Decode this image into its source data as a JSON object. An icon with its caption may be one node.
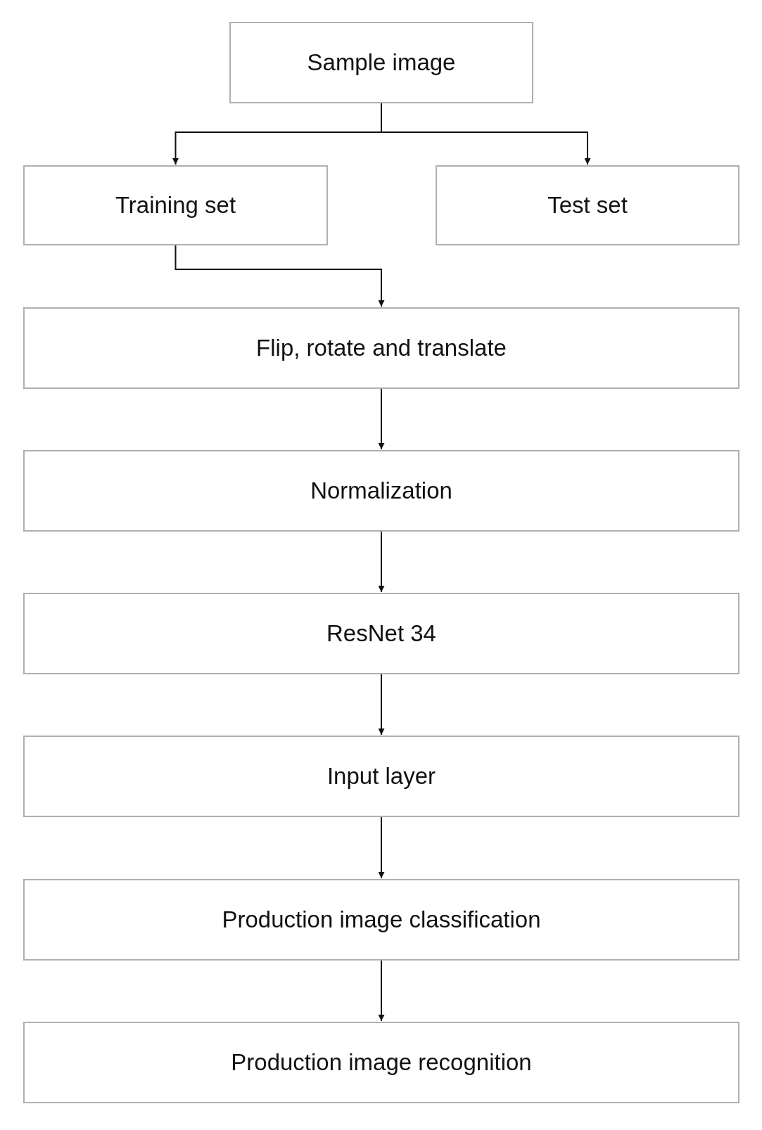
{
  "diagram": {
    "nodes": [
      {
        "text": [
          "Sample image"
        ]
      },
      {
        "text": [
          "Training set"
        ]
      },
      {
        "text": [
          "Test set"
        ]
      },
      {
        "text": [
          "Flip, rotate and translate"
        ]
      },
      {
        "text": [
          "Normalization"
        ]
      },
      {
        "text": [
          "ResNet 34"
        ]
      },
      {
        "text": [
          "Input layer"
        ]
      },
      {
        "text": [
          "Production image classification"
        ]
      },
      {
        "text": [
          "Production image recognition"
        ]
      }
    ],
    "edges": [
      {
        "from": 0,
        "to": 1,
        "arrow": "to"
      },
      {
        "from": 0,
        "to": 2,
        "arrow": "to"
      },
      {
        "from": 1,
        "to": 3,
        "arrow": "to"
      },
      {
        "from": 3,
        "to": 4,
        "arrow": "to"
      },
      {
        "from": 4,
        "to": 5,
        "arrow": "to"
      },
      {
        "from": 5,
        "to": 6,
        "arrow": "to"
      },
      {
        "from": 6,
        "to": 7,
        "arrow": "to"
      },
      {
        "from": 7,
        "to": 8,
        "arrow": "to"
      }
    ]
  }
}
